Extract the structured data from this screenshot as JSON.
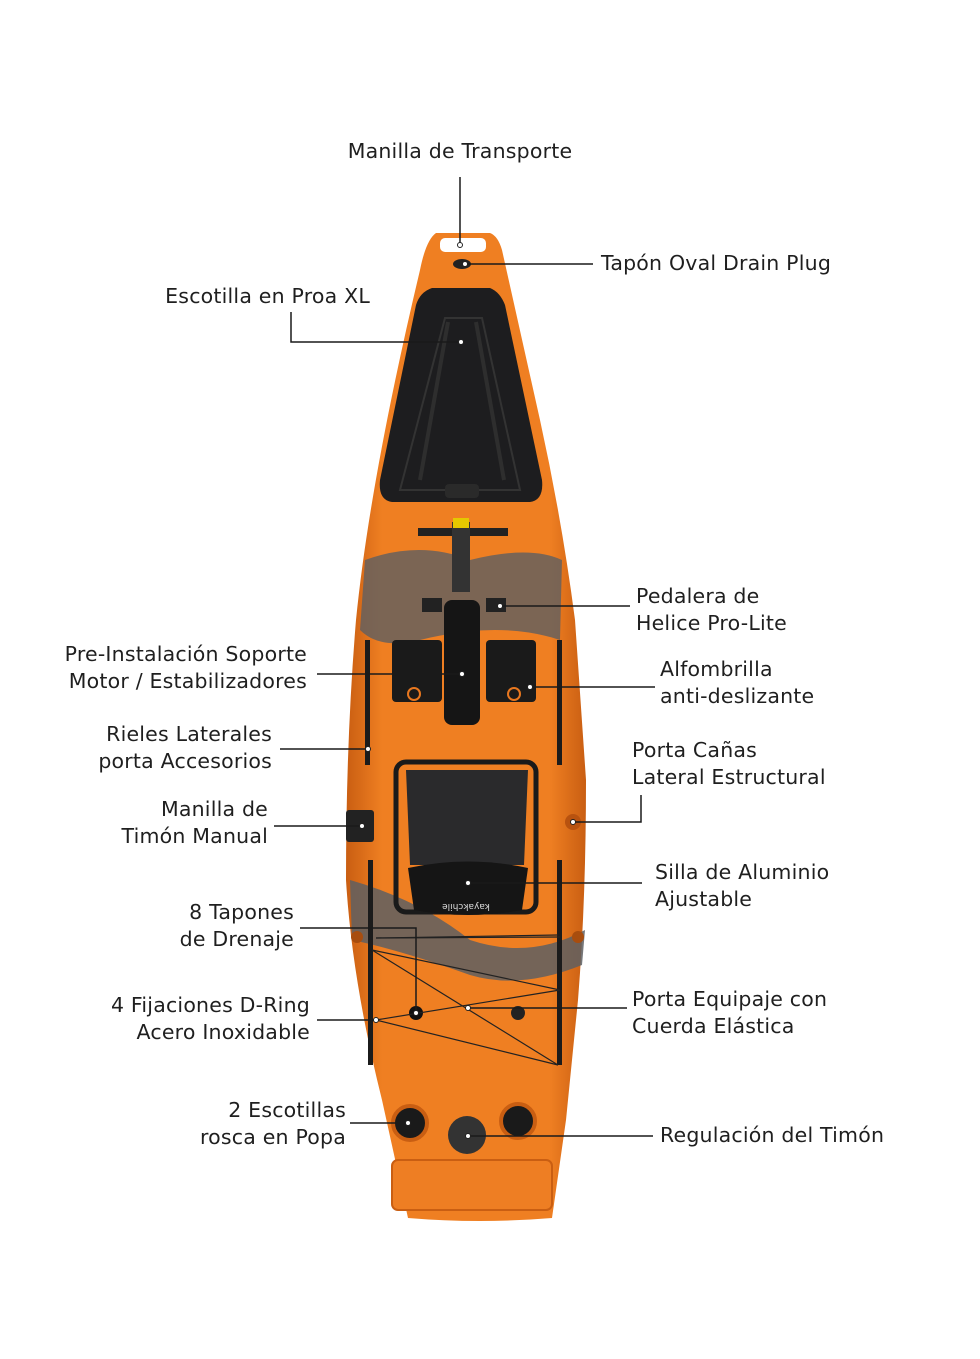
{
  "colors": {
    "hull": "#e8771f",
    "hull_dark": "#c95e12",
    "deck_black": "#1d1d1f",
    "camo_gray": "#5e5f62",
    "text": "#1f1f1f"
  },
  "brand_on_seat": "kayakchile",
  "labels": {
    "carry_handle": [
      "Manilla de Transporte"
    ],
    "drain_plug": [
      "Tapón Oval Drain Plug"
    ],
    "bow_hatch": [
      "Escotilla en Proa XL"
    ],
    "pedal_drive": [
      "Pedalera de",
      "Helice Pro-Lite"
    ],
    "motor_mount": [
      "Pre-Instalación Soporte",
      "Motor / Estabilizadores"
    ],
    "mat": [
      "Alfombrilla",
      "anti-deslizante"
    ],
    "side_rails": [
      "Rieles Laterales",
      "porta Accesorios"
    ],
    "rod_holder": [
      "Porta Cañas",
      "Lateral Estructural"
    ],
    "rudder_handle": [
      "Manilla de",
      "Timón Manual"
    ],
    "seat": [
      "Silla de Aluminio",
      "Ajustable"
    ],
    "scupper_plugs": [
      "8 Tapones",
      "de Drenaje"
    ],
    "d_rings": [
      "4 Fijaciones D-Ring",
      "Acero Inoxidable"
    ],
    "bungee": [
      "Porta Equipaje con",
      "Cuerda Elástica"
    ],
    "stern_hatches": [
      "2 Escotillas",
      "rosca en Popa"
    ],
    "rudder_adjust": [
      "Regulación del Timón"
    ]
  }
}
